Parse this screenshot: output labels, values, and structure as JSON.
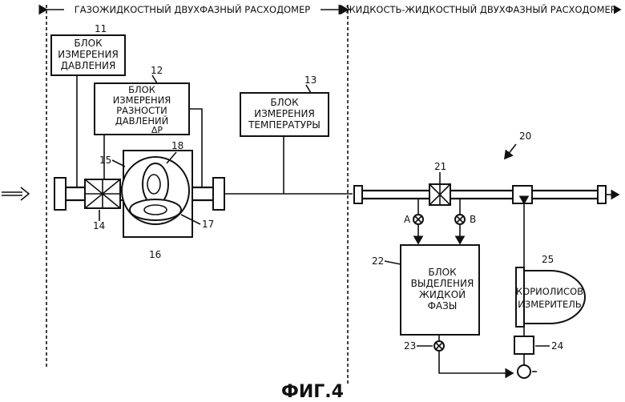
{
  "headers": {
    "left": "ГАЗОЖИДКОСТНЫЙ ДВУХФАЗНЫЙ РАСХОДОМЕР",
    "right": "ЖИДКОСТЬ-ЖИДКОСТНЫЙ ДВУХФАЗНЫЙ РАСХОДОМЕР"
  },
  "blocks": {
    "b11": {
      "num": "11",
      "lines": [
        "БЛОК",
        "ИЗМЕРЕНИЯ",
        "ДАВЛЕНИЯ"
      ]
    },
    "b12": {
      "num": "12",
      "lines": [
        "БЛОК",
        "ИЗМЕРЕНИЯ",
        "РАЗНОСТИ",
        "ДАВЛЕНИЙ",
        "ΔP"
      ]
    },
    "b13": {
      "num": "13",
      "lines": [
        "БЛОК",
        "ИЗМЕРЕНИЯ",
        "ТЕМПЕРАТУРЫ"
      ]
    },
    "b22": {
      "num": "22",
      "lines": [
        "БЛОК",
        "ВЫДЕЛЕНИЯ",
        "ЖИДКОЙ",
        "ФАЗЫ"
      ]
    },
    "b25": {
      "num": "25",
      "lines": [
        "КОРИОЛИСОВ",
        "ИЗМЕРИТЕЛЬ"
      ]
    }
  },
  "refs": {
    "r14": "14",
    "r15": "15",
    "r16": "16",
    "r17": "17",
    "r18": "18",
    "r20": "20",
    "r21": "21",
    "r23": "23",
    "r24": "24"
  },
  "valves": {
    "a": "A",
    "b": "B"
  },
  "figure_caption": "ФИГ.4"
}
